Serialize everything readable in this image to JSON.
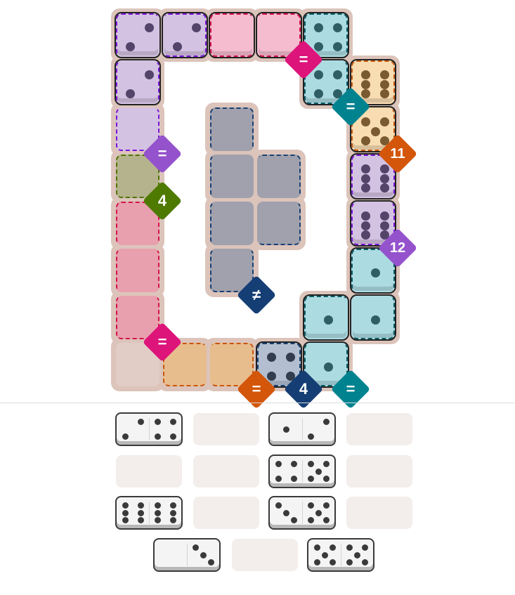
{
  "board": {
    "regions": {
      "A": {
        "label": "=",
        "fill": "#d4c2e2",
        "border": "#7a16d8",
        "badge": "#9452cc"
      },
      "B": {
        "label": "=",
        "fill": "#f5bcd0",
        "border": "#d4134a",
        "badge": "#dd147a"
      },
      "C": {
        "label": "=",
        "fill": "#acdbe2",
        "border": "#0a5a63",
        "badge": "#00838f"
      },
      "D": {
        "label": "11",
        "fill": "#f8dcb2",
        "border": "#c8560c",
        "badge": "#d3560a"
      },
      "E": {
        "label": "12",
        "fill": "#d4c2e2",
        "border": "#7a16d8",
        "badge": "#9452cc"
      },
      "F": {
        "label": "4",
        "fill": "#b5b38e",
        "border": "#4d7400",
        "badge": "#4f7a00"
      },
      "G": {
        "label": "=",
        "fill": "#e8a0ae",
        "border": "#d4134a",
        "badge": "#dd147a"
      },
      "H": {
        "label": "≠",
        "fill": "#a1a1ad",
        "border": "#173f72",
        "badge": "#143e74"
      },
      "I": {
        "label": "=",
        "fill": "#acdbe2",
        "border": "#0a5a63",
        "badge": "#00838f"
      },
      "J": {
        "label": "=",
        "fill": "#e8bd8d",
        "border": "#c8560c",
        "badge": "#d3560a"
      },
      "K": {
        "label": "4",
        "fill": "#b3bfd1",
        "border": "#173f72",
        "badge": "#143e74"
      },
      "L": {
        "label": "",
        "fill": "#e1cdc6",
        "border": "",
        "badge": ""
      }
    },
    "cells": [
      {
        "c": 0,
        "r": 0,
        "region": "A",
        "pips": 2,
        "pip_color": "#54446a"
      },
      {
        "c": 1,
        "r": 0,
        "region": "A",
        "pips": 2,
        "pip_color": "#54446a"
      },
      {
        "c": 2,
        "r": 0,
        "region": "B",
        "pips": 0,
        "pip_color": ""
      },
      {
        "c": 3,
        "r": 0,
        "region": "B",
        "pips": 0,
        "pip_color": ""
      },
      {
        "c": 4,
        "r": 0,
        "region": "C",
        "pips": 4,
        "pip_color": "#2e5e66"
      },
      {
        "c": 0,
        "r": 1,
        "region": "A",
        "pips": 2,
        "pip_color": "#54446a"
      },
      {
        "c": 4,
        "r": 1,
        "region": "C",
        "pips": 4,
        "pip_color": "#2e5e66"
      },
      {
        "c": 5,
        "r": 1,
        "region": "D",
        "pips": 6,
        "pip_color": "#7a5a30"
      },
      {
        "c": 0,
        "r": 2,
        "region": "A",
        "pips": null,
        "pip_color": ""
      },
      {
        "c": 2,
        "r": 2,
        "region": "H",
        "pips": null,
        "pip_color": ""
      },
      {
        "c": 5,
        "r": 2,
        "region": "D",
        "pips": 5,
        "pip_color": "#7a5a30"
      },
      {
        "c": 0,
        "r": 3,
        "region": "F",
        "pips": null,
        "pip_color": ""
      },
      {
        "c": 2,
        "r": 3,
        "region": "H",
        "pips": null,
        "pip_color": ""
      },
      {
        "c": 3,
        "r": 3,
        "region": "H",
        "pips": null,
        "pip_color": ""
      },
      {
        "c": 5,
        "r": 3,
        "region": "E",
        "pips": 6,
        "pip_color": "#54446a"
      },
      {
        "c": 0,
        "r": 4,
        "region": "G",
        "pips": null,
        "pip_color": ""
      },
      {
        "c": 2,
        "r": 4,
        "region": "H",
        "pips": null,
        "pip_color": ""
      },
      {
        "c": 3,
        "r": 4,
        "region": "H",
        "pips": null,
        "pip_color": ""
      },
      {
        "c": 5,
        "r": 4,
        "region": "E",
        "pips": 6,
        "pip_color": "#54446a"
      },
      {
        "c": 0,
        "r": 5,
        "region": "G",
        "pips": null,
        "pip_color": ""
      },
      {
        "c": 2,
        "r": 5,
        "region": "H",
        "pips": null,
        "pip_color": ""
      },
      {
        "c": 5,
        "r": 5,
        "region": "I",
        "pips": 1,
        "pip_color": "#2e5e66"
      },
      {
        "c": 0,
        "r": 6,
        "region": "G",
        "pips": null,
        "pip_color": ""
      },
      {
        "c": 4,
        "r": 6,
        "region": "I",
        "pips": 1,
        "pip_color": "#2e5e66"
      },
      {
        "c": 5,
        "r": 6,
        "region": "I",
        "pips": 1,
        "pip_color": "#2e5e66"
      },
      {
        "c": 0,
        "r": 7,
        "region": "L",
        "pips": null,
        "pip_color": ""
      },
      {
        "c": 1,
        "r": 7,
        "region": "J",
        "pips": null,
        "pip_color": ""
      },
      {
        "c": 2,
        "r": 7,
        "region": "J",
        "pips": null,
        "pip_color": ""
      },
      {
        "c": 3,
        "r": 7,
        "region": "K",
        "pips": 4,
        "pip_color": "#333d4d"
      },
      {
        "c": 4,
        "r": 7,
        "region": "I",
        "pips": 1,
        "pip_color": "#2e5e66"
      }
    ]
  },
  "tray": [
    {
      "row": 0,
      "slot": 0,
      "a": 2,
      "b": 4
    },
    {
      "row": 0,
      "slot": 1,
      "a": null,
      "b": null
    },
    {
      "row": 0,
      "slot": 2,
      "a": 1,
      "b": 2
    },
    {
      "row": 0,
      "slot": 3,
      "a": null,
      "b": null
    },
    {
      "row": 1,
      "slot": 0,
      "a": null,
      "b": null
    },
    {
      "row": 1,
      "slot": 1,
      "a": null,
      "b": null
    },
    {
      "row": 1,
      "slot": 2,
      "a": 4,
      "b": 5
    },
    {
      "row": 1,
      "slot": 3,
      "a": null,
      "b": null
    },
    {
      "row": 2,
      "slot": 0,
      "a": 6,
      "b": 6
    },
    {
      "row": 2,
      "slot": 1,
      "a": null,
      "b": null
    },
    {
      "row": 2,
      "slot": 2,
      "a": 3,
      "b": 5
    },
    {
      "row": 2,
      "slot": 3,
      "a": null,
      "b": null
    },
    {
      "row": 3,
      "slot": 0,
      "a": 0,
      "b": 3
    },
    {
      "row": 3,
      "slot": 1,
      "a": null,
      "b": null
    },
    {
      "row": 3,
      "slot": 2,
      "a": 5,
      "b": 5
    }
  ]
}
